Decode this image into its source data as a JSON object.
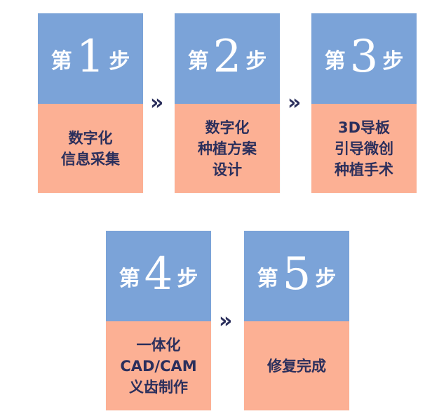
{
  "colors": {
    "header_blue": "#7ba3d8",
    "body_orange": "#fcb094",
    "text_navy": "#2b2f5c",
    "header_text": "#ffffff"
  },
  "arrow_glyph": "»",
  "steps": [
    {
      "prefix": "第",
      "number": "1",
      "suffix": "步",
      "description": "数字化\n信息采集"
    },
    {
      "prefix": "第",
      "number": "2",
      "suffix": "步",
      "description": "数字化\n种植方案\n设计"
    },
    {
      "prefix": "第",
      "number": "3",
      "suffix": "步",
      "description": "3D导板\n引导微创\n种植手术"
    },
    {
      "prefix": "第",
      "number": "4",
      "suffix": "步",
      "description": "一体化\nCAD/CAM\n义齿制作"
    },
    {
      "prefix": "第",
      "number": "5",
      "suffix": "步",
      "description": "修复完成"
    }
  ]
}
